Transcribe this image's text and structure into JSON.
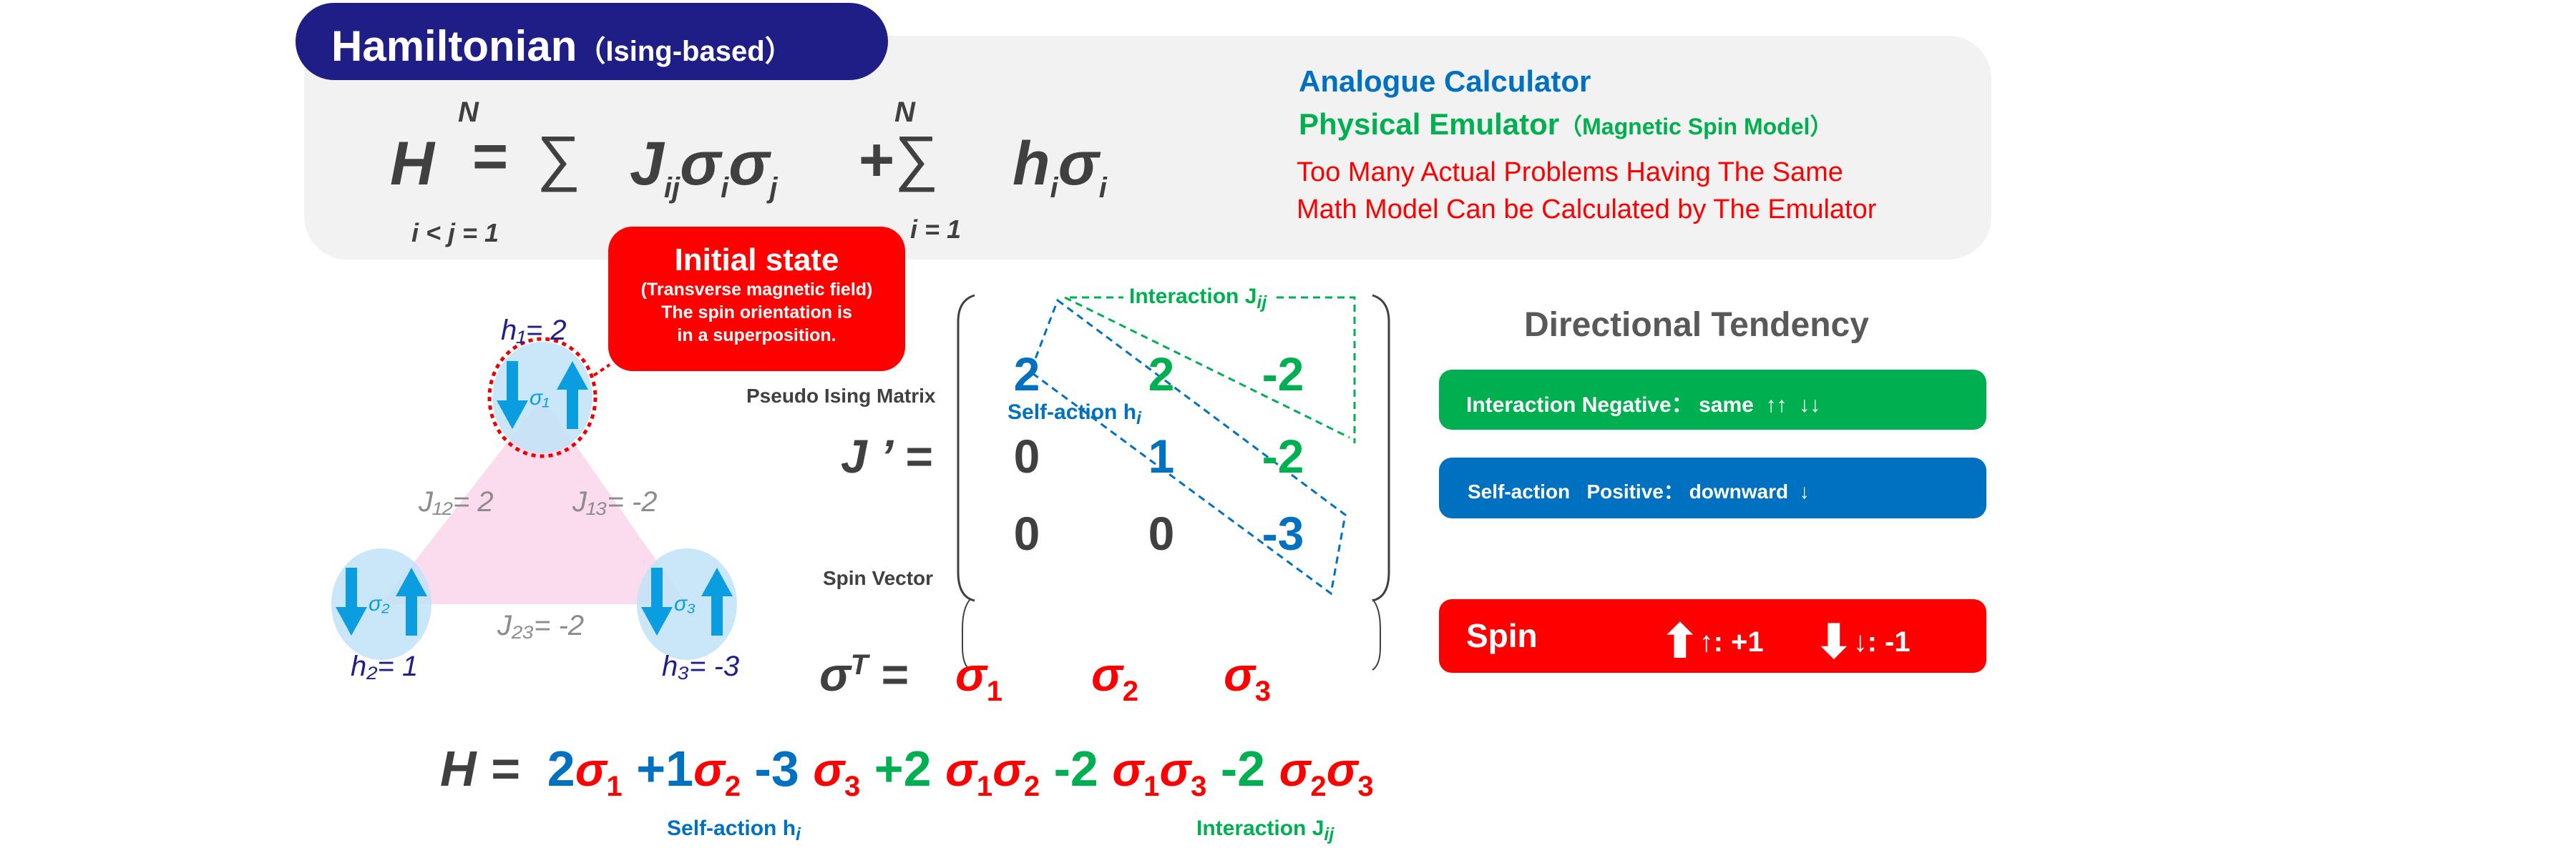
{
  "title": {
    "main": "Hamiltonian",
    "paren": "（Ising-based）"
  },
  "formula": {
    "H": "H",
    "eq": "=",
    "sum": "∑",
    "N1": "N",
    "N2": "N",
    "lower1": "i < j = 1",
    "lower2": "i = 1",
    "term1": "J",
    "term1_sub": "ij",
    "sigma": "σ",
    "sub_i": "i",
    "sub_j": "j",
    "plus": "+",
    "term2": "h"
  },
  "right_text": {
    "line1": "Analogue Calculator",
    "line2": "Physical Emulator",
    "line2_paren": "（Magnetic Spin Model）",
    "line3": "Too Many Actual Problems Having The Same",
    "line4": "Math Model Can be Calculated by The Emulator"
  },
  "callout": {
    "title": "Initial state",
    "line1": "(Transverse magnetic field)",
    "line2": "The spin orientation is",
    "line3": "in a superposition."
  },
  "graph": {
    "h1": "h₁= 2",
    "h2": "h₂= 1",
    "h3": "h₃= -3",
    "J12": "J₁₂= 2",
    "J13": "J₁₃= -2",
    "J23": "J₂₃= -2",
    "s1": "σ₁",
    "s2": "σ₂",
    "s3": "σ₃"
  },
  "matrix": {
    "label": "Pseudo Ising Matrix",
    "name": "J ’ =",
    "interaction_label": "Interaction J",
    "interaction_sub": "ij",
    "self_label": "Self-action h",
    "self_sub": "i",
    "rows": [
      [
        "2",
        "2",
        "-2"
      ],
      [
        "0",
        "1",
        "-2"
      ],
      [
        "0",
        "0",
        "-3"
      ]
    ]
  },
  "spin_vector": {
    "label": "Spin Vector",
    "name": "σ",
    "sup": "T",
    "eq": "=",
    "entries": [
      "1",
      "2",
      "3"
    ]
  },
  "tendency": {
    "title": "Directional Tendency",
    "green": "Interaction Negative： same  ↑↑  ↓↓",
    "blue": "Self-action   Positive： downward  ↓",
    "red_label": "Spin",
    "red_up": "↑: +1",
    "red_down": "↓: -1"
  },
  "bottom": {
    "H": "H =",
    "c1": "2",
    "c2": "+1",
    "c3": "-3",
    "c4": "+2",
    "c5": "-2",
    "c6": "-2",
    "self_label": "Self-action h",
    "self_sub": "i",
    "inter_label": "Interaction J",
    "inter_sub": "ij"
  },
  "colors": {
    "navy": "#1e1e86",
    "blue": "#0070c0",
    "green": "#00b050",
    "red": "#ff0000",
    "gray": "#f2f2f2"
  }
}
